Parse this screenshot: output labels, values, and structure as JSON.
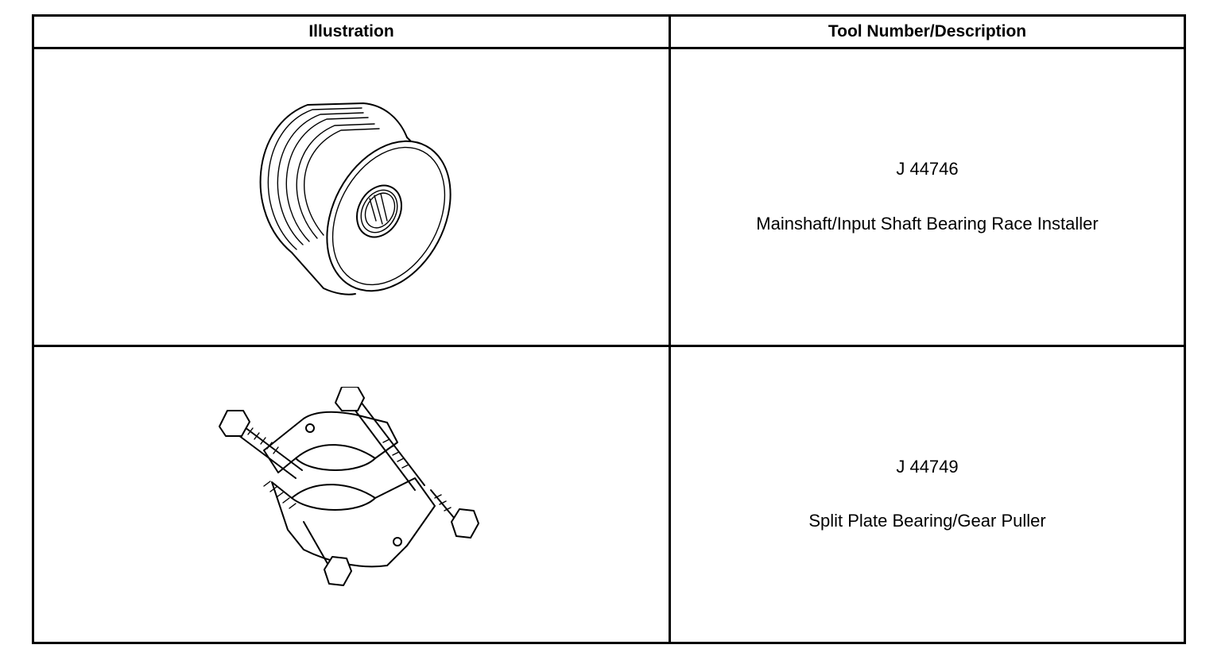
{
  "table": {
    "headers": {
      "illustration": "Illustration",
      "tool": "Tool Number/Description"
    },
    "rows": [
      {
        "tool_number": "J 44746",
        "description": "Mainshaft/Input Shaft Bearing Race Installer",
        "illustration_icon": "bearing-race-installer-icon"
      },
      {
        "tool_number": "J 44749",
        "description": "Split Plate Bearing/Gear Puller",
        "illustration_icon": "split-plate-puller-icon"
      }
    ]
  }
}
